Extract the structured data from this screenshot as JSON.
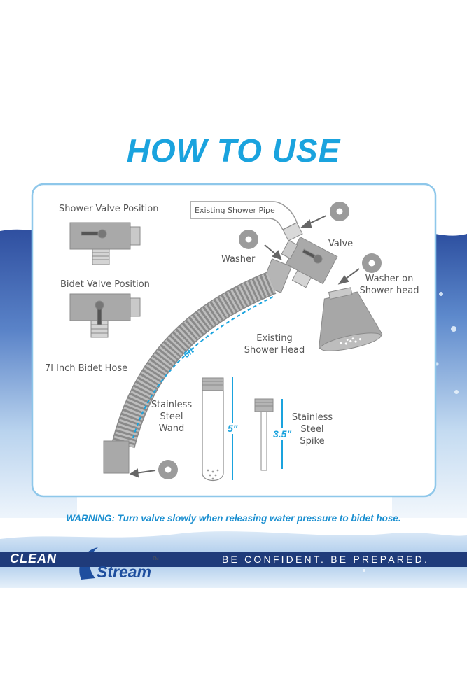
{
  "title": "HOW TO USE",
  "labels": {
    "shower_valve_position": "Shower Valve Position",
    "bidet_valve_position": "Bidet Valve Position",
    "existing_shower_pipe": "Existing Shower Pipe",
    "valve": "Valve",
    "washer": "Washer",
    "washer_on_shower_head_1": "Washer on",
    "washer_on_shower_head_2": "Shower head",
    "existing_shower_head_1": "Existing",
    "existing_shower_head_2": "Shower Head",
    "bidet_hose": "7l Inch Bidet Hose",
    "wand_1": "Stainless",
    "wand_2": "Steel",
    "wand_3": "Wand",
    "spike_1": "Stainless",
    "spike_2": "Steel",
    "spike_3": "Spike"
  },
  "measurements": {
    "hose_length": "6ft",
    "wand_length": "5\"",
    "spike_length": "3.5\""
  },
  "warning": "WARNING: Turn valve slowly when releasing water pressure to bidet hose.",
  "brand": {
    "clean": "CLEAN",
    "stream": "Stream",
    "tm": "TM",
    "tagline": "BE CONFIDENT. BE PREPARED."
  },
  "colors": {
    "accent_blue": "#1aa3de",
    "banner_navy": "#1f3b7a",
    "part_gray": "#a9a9a9"
  }
}
